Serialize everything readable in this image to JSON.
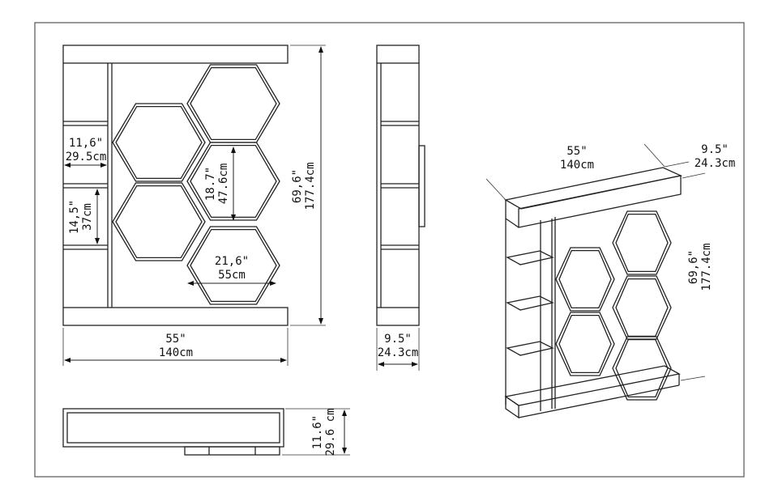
{
  "front_view": {
    "width": {
      "in": "55\"",
      "cm": "140cm"
    },
    "height": {
      "in": "69,6\"",
      "cm": "177.4cm"
    },
    "side_shelf_width": {
      "in": "11,6\"",
      "cm": "29.5cm"
    },
    "side_shelf_gap": {
      "in": "14,5\"",
      "cm": "37cm"
    },
    "hex_height": {
      "in": "18.7\"",
      "cm": "47.6cm"
    },
    "hex_width": {
      "in": "21,6\"",
      "cm": "55cm"
    }
  },
  "side_view": {
    "depth": {
      "in": "9.5\"",
      "cm": "24.3cm"
    }
  },
  "top_view": {
    "depth": {
      "in": "11.6\"",
      "cm": "29.6 cm"
    }
  },
  "iso_view": {
    "width": {
      "in": "55\"",
      "cm": "140cm"
    },
    "depth": {
      "in": "9.5\"",
      "cm": "24.3cm"
    },
    "height": {
      "in": "69,6\"",
      "cm": "177.4cm"
    }
  }
}
